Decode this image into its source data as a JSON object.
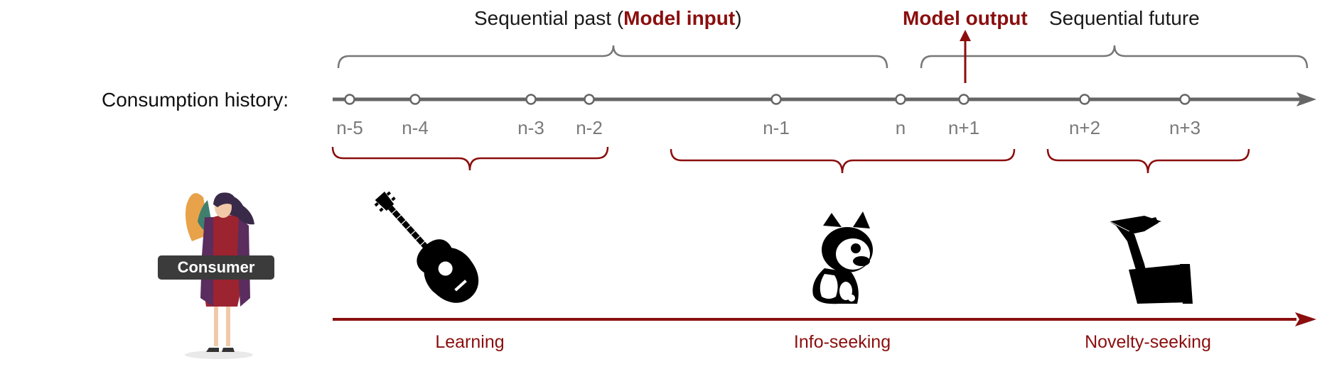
{
  "header": {
    "past_prefix": "Sequential past (",
    "past_highlight": "Model input",
    "past_suffix": ")",
    "output_label": "Model output",
    "future_label": "Sequential future"
  },
  "history_label": "Consumption history:",
  "ticks": [
    "n-5",
    "n-4",
    "n-3",
    "n-2",
    "n-1",
    "n",
    "n+1",
    "n+2",
    "n+3"
  ],
  "consumer": {
    "badge": "Consumer"
  },
  "categories": [
    "Learning",
    "Info-seeking",
    "Novelty-seeking"
  ],
  "icons": [
    "consumer-person-icon",
    "guitar-icon",
    "french-bulldog-icon",
    "high-heel-shoe-icon"
  ],
  "colors": {
    "accent": "#8b0e0e",
    "axis": "#666666",
    "text": "#1a1a1a"
  }
}
